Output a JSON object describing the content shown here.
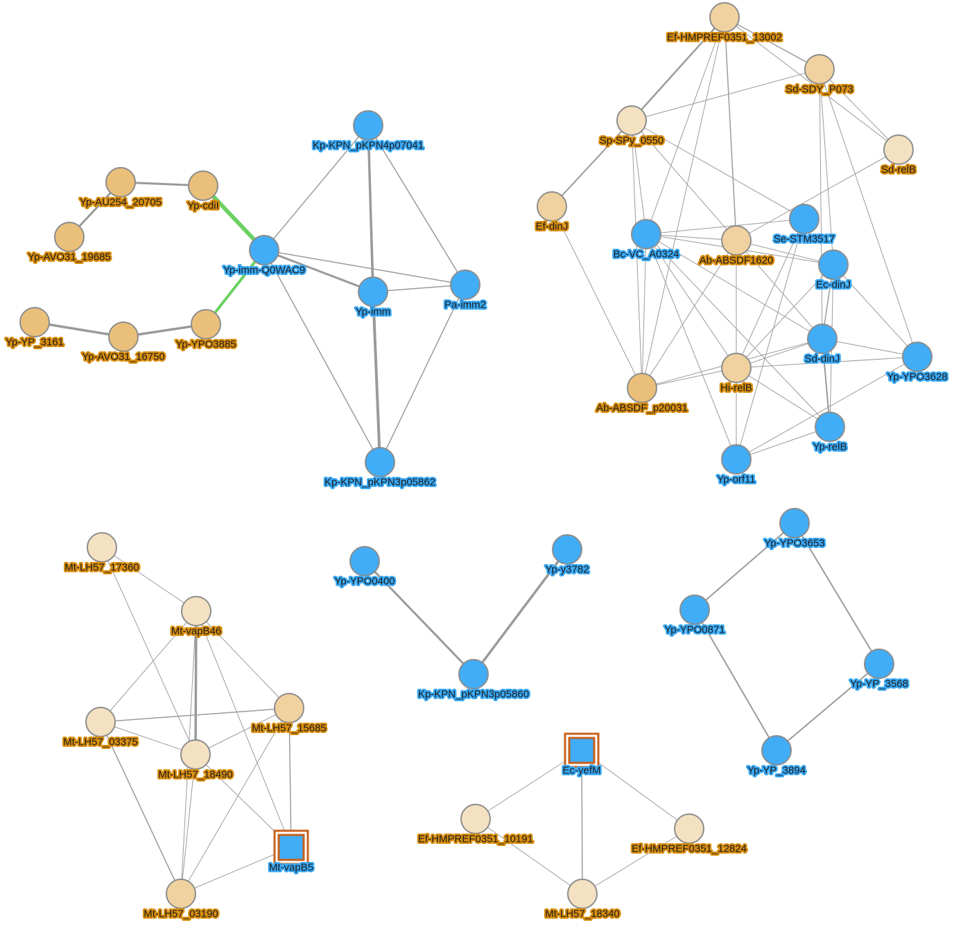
{
  "colors": {
    "blue_node": "#41adf7",
    "blue_label_halo": "#3aa9f5",
    "orange_label_halo": "#d98e0e",
    "tan_dark": "#e9bf7a",
    "tan_mid": "#f0d2a0",
    "tan_light": "#f4e1c2",
    "edge_gray": "#9a9a9a",
    "edge_green": "#6cd162",
    "square_border": "#c9601a"
  },
  "nodes": [
    {
      "id": "Yp-AU254_20705",
      "label": "Yp-AU254_20705",
      "style": "tan_dark",
      "shape": "circle"
    },
    {
      "id": "Yp-cdiI",
      "label": "Yp-cdiI",
      "style": "tan_dark",
      "shape": "circle"
    },
    {
      "id": "Yp-AVO31_19685",
      "label": "Yp-AVO31_19685",
      "style": "tan_dark",
      "shape": "circle"
    },
    {
      "id": "Yp-YP_3161",
      "label": "Yp-YP_3161",
      "style": "tan_dark",
      "shape": "circle"
    },
    {
      "id": "Yp-AVO31_16750",
      "label": "Yp-AVO31_16750",
      "style": "tan_dark",
      "shape": "circle"
    },
    {
      "id": "Yp-YPO3885",
      "label": "Yp-YPO3885",
      "style": "tan_dark",
      "shape": "circle"
    },
    {
      "id": "Yp-imm-Q0WAC9",
      "label": "Yp-imm-Q0WAC9",
      "style": "blue",
      "shape": "circle"
    },
    {
      "id": "Kp-KPN_pKPN4p07041",
      "label": "Kp-KPN_pKPN4p07041",
      "style": "blue",
      "shape": "circle"
    },
    {
      "id": "Yp-imm",
      "label": "Yp-imm",
      "style": "blue",
      "shape": "circle"
    },
    {
      "id": "Pa-imm2",
      "label": "Pa-imm2",
      "style": "blue",
      "shape": "circle"
    },
    {
      "id": "Kp-KPN_pKPN3p05862",
      "label": "Kp-KPN_pKPN3p05862",
      "style": "blue",
      "shape": "circle"
    },
    {
      "id": "Ef-HMPREF0351_13002",
      "label": "Ef-HMPREF0351_13002",
      "style": "tan_mid",
      "shape": "circle"
    },
    {
      "id": "Sd-SDY_P073",
      "label": "Sd-SDY_P073",
      "style": "tan_mid",
      "shape": "circle"
    },
    {
      "id": "Sp-SPy_0550",
      "label": "Sp-SPy_0550",
      "style": "tan_light",
      "shape": "circle"
    },
    {
      "id": "Sd-relB",
      "label": "Sd-relB",
      "style": "tan_light",
      "shape": "circle"
    },
    {
      "id": "Ef-dinJ",
      "label": "Ef-dinJ",
      "style": "tan_mid",
      "shape": "circle"
    },
    {
      "id": "Bc-VC_A0324",
      "label": "Bc-VC_A0324",
      "style": "blue",
      "shape": "circle"
    },
    {
      "id": "Ab-ABSDF1620",
      "label": "Ab-ABSDF1620",
      "style": "tan_mid",
      "shape": "circle"
    },
    {
      "id": "Se-STM3517",
      "label": "Se-STM3517",
      "style": "blue",
      "shape": "circle"
    },
    {
      "id": "Ec-dinJ",
      "label": "Ec-dinJ",
      "style": "blue",
      "shape": "circle"
    },
    {
      "id": "Sd-dinJ",
      "label": "Sd-dinJ",
      "style": "blue",
      "shape": "circle"
    },
    {
      "id": "Yp-YPO3628",
      "label": "Yp-YPO3628",
      "style": "blue",
      "shape": "circle"
    },
    {
      "id": "Hi-relB",
      "label": "Hi-relB",
      "style": "tan_mid",
      "shape": "circle"
    },
    {
      "id": "Ab-ABSDF_p20031",
      "label": "Ab-ABSDF_p20031",
      "style": "tan_dark",
      "shape": "circle"
    },
    {
      "id": "Yp-relB",
      "label": "Yp-relB",
      "style": "blue",
      "shape": "circle"
    },
    {
      "id": "Yp-orf11",
      "label": "Yp-orf11",
      "style": "blue",
      "shape": "circle"
    },
    {
      "id": "Mt-LH57_17360",
      "label": "Mt-LH57_17360",
      "style": "tan_light",
      "shape": "circle"
    },
    {
      "id": "Mt-vapB46",
      "label": "Mt-vapB46",
      "style": "tan_light",
      "shape": "circle"
    },
    {
      "id": "Mt-LH57_03375",
      "label": "Mt-LH57_03375",
      "style": "tan_light",
      "shape": "circle"
    },
    {
      "id": "Mt-LH57_15685",
      "label": "Mt-LH57_15685",
      "style": "tan_mid",
      "shape": "circle"
    },
    {
      "id": "Mt-LH57_18490",
      "label": "Mt-LH57_18490",
      "style": "tan_light",
      "shape": "circle"
    },
    {
      "id": "Mt-vapB5",
      "label": "Mt-vapB5",
      "style": "blue",
      "shape": "square"
    },
    {
      "id": "Mt-LH57_03190",
      "label": "Mt-LH57_03190",
      "style": "tan_mid",
      "shape": "circle"
    },
    {
      "id": "Yp-YPO0400",
      "label": "Yp-YPO0400",
      "style": "blue",
      "shape": "circle"
    },
    {
      "id": "Yp-y3782",
      "label": "Yp-y3782",
      "style": "blue",
      "shape": "circle"
    },
    {
      "id": "Kp-KPN_pKPN3p05860",
      "label": "Kp-KPN_pKPN3p05860",
      "style": "blue",
      "shape": "circle"
    },
    {
      "id": "Ec-yefM",
      "label": "Ec-yefM",
      "style": "blue",
      "shape": "square"
    },
    {
      "id": "Ef-HMPREF0351_10191",
      "label": "Ef-HMPREF0351_10191",
      "style": "tan_light",
      "shape": "circle"
    },
    {
      "id": "Ef-HMPREF0351_12824",
      "label": "Ef-HMPREF0351_12824",
      "style": "tan_light",
      "shape": "circle"
    },
    {
      "id": "Mt-LH57_18340",
      "label": "Mt-LH57_18340",
      "style": "tan_light",
      "shape": "circle"
    },
    {
      "id": "Yp-YPO3653",
      "label": "Yp-YPO3653",
      "style": "blue",
      "shape": "circle"
    },
    {
      "id": "Yp-YPO0871",
      "label": "Yp-YPO0871",
      "style": "blue",
      "shape": "circle"
    },
    {
      "id": "Yp-YP_3568",
      "label": "Yp-YP_3568",
      "style": "blue",
      "shape": "circle"
    },
    {
      "id": "Yp-YP_3894",
      "label": "Yp-YP_3894",
      "style": "blue",
      "shape": "circle"
    }
  ],
  "edges": [
    {
      "source": "Yp-AU254_20705",
      "target": "Yp-cdiI",
      "color": "gray",
      "weight": 3
    },
    {
      "source": "Yp-AU254_20705",
      "target": "Yp-AVO31_19685",
      "color": "gray",
      "weight": 3
    },
    {
      "source": "Yp-YP_3161",
      "target": "Yp-AVO31_16750",
      "color": "gray",
      "weight": 3.5
    },
    {
      "source": "Yp-AVO31_16750",
      "target": "Yp-YPO3885",
      "color": "gray",
      "weight": 3.5
    },
    {
      "source": "Yp-cdiI",
      "target": "Yp-imm-Q0WAC9",
      "color": "green",
      "weight": 6
    },
    {
      "source": "Yp-YPO3885",
      "target": "Yp-imm-Q0WAC9",
      "color": "green",
      "weight": 4
    },
    {
      "source": "Yp-imm-Q0WAC9",
      "target": "Kp-KPN_pKPN4p07041",
      "color": "gray",
      "weight": 1.5
    },
    {
      "source": "Yp-imm-Q0WAC9",
      "target": "Yp-imm",
      "color": "gray",
      "weight": 3
    },
    {
      "source": "Yp-imm-Q0WAC9",
      "target": "Pa-imm2",
      "color": "gray",
      "weight": 1.5
    },
    {
      "source": "Yp-imm-Q0WAC9",
      "target": "Kp-KPN_pKPN3p05862",
      "color": "gray",
      "weight": 1.5
    },
    {
      "source": "Kp-KPN_pKPN4p07041",
      "target": "Yp-imm",
      "color": "gray",
      "weight": 3.5
    },
    {
      "source": "Kp-KPN_pKPN4p07041",
      "target": "Pa-imm2",
      "color": "gray",
      "weight": 1.5
    },
    {
      "source": "Kp-KPN_pKPN4p07041",
      "target": "Kp-KPN_pKPN3p05862",
      "color": "gray",
      "weight": 1.5
    },
    {
      "source": "Yp-imm",
      "target": "Pa-imm2",
      "color": "gray",
      "weight": 1.5
    },
    {
      "source": "Yp-imm",
      "target": "Kp-KPN_pKPN3p05862",
      "color": "gray",
      "weight": 4
    },
    {
      "source": "Pa-imm2",
      "target": "Kp-KPN_pKPN3p05862",
      "color": "gray",
      "weight": 1.5
    },
    {
      "source": "Ef-HMPREF0351_13002",
      "target": "Sd-SDY_P073",
      "color": "gray",
      "weight": 1.5
    },
    {
      "source": "Ef-HMPREF0351_13002",
      "target": "Sp-SPy_0550",
      "color": "gray",
      "weight": 2.5
    },
    {
      "source": "Ef-HMPREF0351_13002",
      "target": "Sd-relB",
      "color": "gray",
      "weight": 1
    },
    {
      "source": "Ef-HMPREF0351_13002",
      "target": "Ab-ABSDF1620",
      "color": "gray",
      "weight": 1.5
    },
    {
      "source": "Ef-HMPREF0351_13002",
      "target": "Bc-VC_A0324",
      "color": "gray",
      "weight": 1
    },
    {
      "source": "Ef-HMPREF0351_13002",
      "target": "Ab-ABSDF_p20031",
      "color": "gray",
      "weight": 1
    },
    {
      "source": "Sd-SDY_P073",
      "target": "Sp-SPy_0550",
      "color": "gray",
      "weight": 1
    },
    {
      "source": "Sd-SDY_P073",
      "target": "Sd-relB",
      "color": "gray",
      "weight": 1
    },
    {
      "source": "Sd-SDY_P073",
      "target": "Ec-dinJ",
      "color": "gray",
      "weight": 1
    },
    {
      "source": "Sd-SDY_P073",
      "target": "Sd-dinJ",
      "color": "gray",
      "weight": 1
    },
    {
      "source": "Sd-SDY_P073",
      "target": "Yp-YPO3628",
      "color": "gray",
      "weight": 1
    },
    {
      "source": "Sp-SPy_0550",
      "target": "Ef-dinJ",
      "color": "gray",
      "weight": 2
    },
    {
      "source": "Sp-SPy_0550",
      "target": "Bc-VC_A0324",
      "color": "gray",
      "weight": 1
    },
    {
      "source": "Sp-SPy_0550",
      "target": "Ab-ABSDF_p20031",
      "color": "gray",
      "weight": 1
    },
    {
      "source": "Sp-SPy_0550",
      "target": "Se-STM3517",
      "color": "gray",
      "weight": 1
    },
    {
      "source": "Sp-SPy_0550",
      "target": "Sd-dinJ",
      "color": "gray",
      "weight": 1
    },
    {
      "source": "Sd-relB",
      "target": "Ab-ABSDF1620",
      "color": "gray",
      "weight": 1
    },
    {
      "source": "Ef-dinJ",
      "target": "Ab-ABSDF_p20031",
      "color": "gray",
      "weight": 1
    },
    {
      "source": "Bc-VC_A0324",
      "target": "Ab-ABSDF1620",
      "color": "gray",
      "weight": 1
    },
    {
      "source": "Bc-VC_A0324",
      "target": "Se-STM3517",
      "color": "gray",
      "weight": 1
    },
    {
      "source": "Bc-VC_A0324",
      "target": "Ec-dinJ",
      "color": "gray",
      "weight": 1
    },
    {
      "source": "Bc-VC_A0324",
      "target": "Hi-relB",
      "color": "gray",
      "weight": 1
    },
    {
      "source": "Bc-VC_A0324",
      "target": "Ab-ABSDF_p20031",
      "color": "gray",
      "weight": 1
    },
    {
      "source": "Bc-VC_A0324",
      "target": "Sd-dinJ",
      "color": "gray",
      "weight": 1
    },
    {
      "source": "Bc-VC_A0324",
      "target": "Yp-relB",
      "color": "gray",
      "weight": 1
    },
    {
      "source": "Bc-VC_A0324",
      "target": "Yp-orf11",
      "color": "gray",
      "weight": 1
    },
    {
      "source": "Ab-ABSDF1620",
      "target": "Ab-ABSDF_p20031",
      "color": "gray",
      "weight": 1
    },
    {
      "source": "Ab-ABSDF1620",
      "target": "Hi-relB",
      "color": "gray",
      "weight": 1
    },
    {
      "source": "Ab-ABSDF1620",
      "target": "Ec-dinJ",
      "color": "gray",
      "weight": 1
    },
    {
      "source": "Se-STM3517",
      "target": "Yp-orf11",
      "color": "gray",
      "weight": 1
    },
    {
      "source": "Se-STM3517",
      "target": "Hi-relB",
      "color": "gray",
      "weight": 1
    },
    {
      "source": "Ec-dinJ",
      "target": "Sd-dinJ",
      "color": "gray",
      "weight": 1.5
    },
    {
      "source": "Ec-dinJ",
      "target": "Yp-YPO3628",
      "color": "gray",
      "weight": 1
    },
    {
      "source": "Ec-dinJ",
      "target": "Yp-relB",
      "color": "gray",
      "weight": 1
    },
    {
      "source": "Ec-dinJ",
      "target": "Hi-relB",
      "color": "gray",
      "weight": 1
    },
    {
      "source": "Sd-dinJ",
      "target": "Yp-YPO3628",
      "color": "gray",
      "weight": 1
    },
    {
      "source": "Sd-dinJ",
      "target": "Hi-relB",
      "color": "gray",
      "weight": 1
    },
    {
      "source": "Sd-dinJ",
      "target": "Yp-relB",
      "color": "gray",
      "weight": 2
    },
    {
      "source": "Sd-dinJ",
      "target": "Ab-ABSDF_p20031",
      "color": "gray",
      "weight": 1
    },
    {
      "source": "Yp-YPO3628",
      "target": "Hi-relB",
      "color": "gray",
      "weight": 1
    },
    {
      "source": "Yp-YPO3628",
      "target": "Yp-orf11",
      "color": "gray",
      "weight": 1
    },
    {
      "source": "Hi-relB",
      "target": "Ab-ABSDF_p20031",
      "color": "gray",
      "weight": 1
    },
    {
      "source": "Hi-relB",
      "target": "Yp-orf11",
      "color": "gray",
      "weight": 1
    },
    {
      "source": "Hi-relB",
      "target": "Yp-relB",
      "color": "gray",
      "weight": 1
    },
    {
      "source": "Yp-relB",
      "target": "Yp-orf11",
      "color": "gray",
      "weight": 1
    },
    {
      "source": "Mt-LH57_17360",
      "target": "Mt-vapB46",
      "color": "gray",
      "weight": 1
    },
    {
      "source": "Mt-LH57_17360",
      "target": "Mt-LH57_18490",
      "color": "gray",
      "weight": 1
    },
    {
      "source": "Mt-vapB46",
      "target": "Mt-LH57_03375",
      "color": "gray",
      "weight": 1
    },
    {
      "source": "Mt-vapB46",
      "target": "Mt-LH57_15685",
      "color": "gray",
      "weight": 1
    },
    {
      "source": "Mt-vapB46",
      "target": "Mt-LH57_18490",
      "color": "gray",
      "weight": 3.5
    },
    {
      "source": "Mt-vapB46",
      "target": "Mt-vapB5",
      "color": "gray",
      "weight": 1
    },
    {
      "source": "Mt-vapB46",
      "target": "Mt-LH57_03190",
      "color": "gray",
      "weight": 1
    },
    {
      "source": "Mt-LH57_03375",
      "target": "Mt-LH57_15685",
      "color": "gray",
      "weight": 1.5
    },
    {
      "source": "Mt-LH57_03375",
      "target": "Mt-LH57_18490",
      "color": "gray",
      "weight": 1
    },
    {
      "source": "Mt-LH57_03375",
      "target": "Mt-LH57_03190",
      "color": "gray",
      "weight": 1.5
    },
    {
      "source": "Mt-LH57_15685",
      "target": "Mt-LH57_18490",
      "color": "gray",
      "weight": 1
    },
    {
      "source": "Mt-LH57_15685",
      "target": "Mt-vapB5",
      "color": "gray",
      "weight": 1.5
    },
    {
      "source": "Mt-LH57_15685",
      "target": "Mt-LH57_03190",
      "color": "gray",
      "weight": 1
    },
    {
      "source": "Mt-LH57_18490",
      "target": "Mt-vapB5",
      "color": "gray",
      "weight": 1
    },
    {
      "source": "Mt-LH57_18490",
      "target": "Mt-LH57_03190",
      "color": "gray",
      "weight": 1
    },
    {
      "source": "Mt-vapB5",
      "target": "Mt-LH57_03190",
      "color": "gray",
      "weight": 1
    },
    {
      "source": "Yp-YPO0400",
      "target": "Kp-KPN_pKPN3p05860",
      "color": "gray",
      "weight": 3
    },
    {
      "source": "Yp-y3782",
      "target": "Kp-KPN_pKPN3p05860",
      "color": "gray",
      "weight": 3.5
    },
    {
      "source": "Ec-yefM",
      "target": "Ef-HMPREF0351_10191",
      "color": "gray",
      "weight": 1
    },
    {
      "source": "Ec-yefM",
      "target": "Ef-HMPREF0351_12824",
      "color": "gray",
      "weight": 1
    },
    {
      "source": "Ec-yefM",
      "target": "Mt-LH57_18340",
      "color": "gray",
      "weight": 1.5
    },
    {
      "source": "Ef-HMPREF0351_10191",
      "target": "Mt-LH57_18340",
      "color": "gray",
      "weight": 1
    },
    {
      "source": "Ef-HMPREF0351_12824",
      "target": "Mt-LH57_18340",
      "color": "gray",
      "weight": 1
    },
    {
      "source": "Yp-YPO3653",
      "target": "Yp-YPO0871",
      "color": "gray",
      "weight": 2
    },
    {
      "source": "Yp-YPO3653",
      "target": "Yp-YP_3568",
      "color": "gray",
      "weight": 2
    },
    {
      "source": "Yp-YPO0871",
      "target": "Yp-YP_3894",
      "color": "gray",
      "weight": 2
    },
    {
      "source": "Yp-YP_3568",
      "target": "Yp-YP_3894",
      "color": "gray",
      "weight": 2
    }
  ]
}
